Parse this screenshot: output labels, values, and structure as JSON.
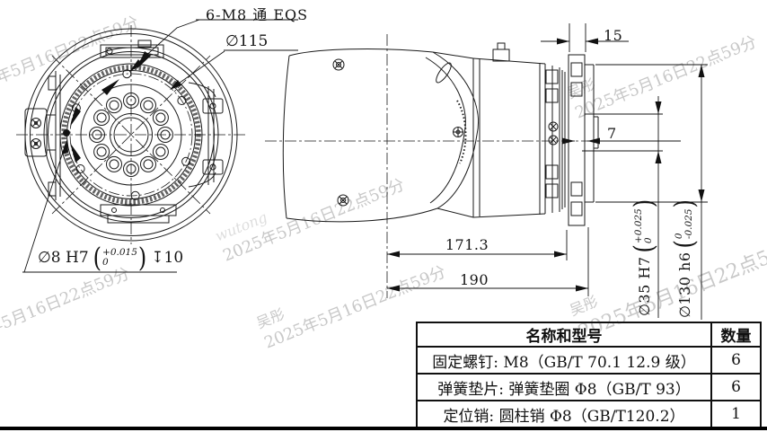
{
  "watermark": {
    "name": "吴彤",
    "name_latin": "wutong",
    "timestamp": "2025年5月16日22点59分"
  },
  "annotations": {
    "bolt_callout": "6-M8 通 EQS",
    "bolt_circle_dia": "∅115",
    "dowel_dia": "∅8 H7",
    "dowel_tol_up": "+0.015",
    "dowel_tol_low": "0",
    "dowel_depth": "↧10",
    "dim_flange_thickness": "15",
    "dim_pin_depth": "7",
    "dim_length_to_flange": "171.3",
    "dim_overall_length": "190",
    "bore_dia": "∅35 H7",
    "bore_tol_up": "+0.025",
    "bore_tol_low": "0",
    "flange_dia": "∅130 h6",
    "flange_tol_up": "0",
    "flange_tol_low": "-0.025"
  },
  "parts_table": {
    "col_name": "名称和型号",
    "col_qty": "数量",
    "rows": [
      {
        "name": "固定螺钉: M8（GB/T 70.1 12.9 级）",
        "qty": "6"
      },
      {
        "name": "弹簧垫片: 弹簧垫圈 Φ8（GB/T 93）",
        "qty": "6"
      },
      {
        "name": "定位销: 圆柱销 Φ8（GB/T120.2）",
        "qty": "1"
      }
    ]
  }
}
